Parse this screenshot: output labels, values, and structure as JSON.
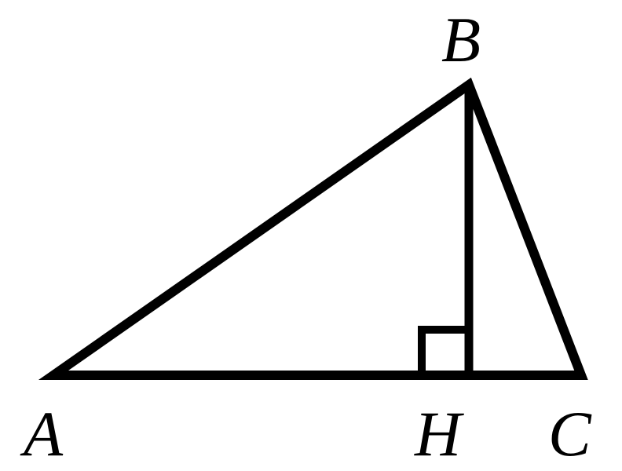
{
  "diagram": {
    "type": "triangle with altitude",
    "labels": {
      "A": "A",
      "B": "B",
      "C": "C",
      "H": "H"
    },
    "right_angle_at": "H",
    "stroke_color": "#000000",
    "background": "#ffffff"
  }
}
